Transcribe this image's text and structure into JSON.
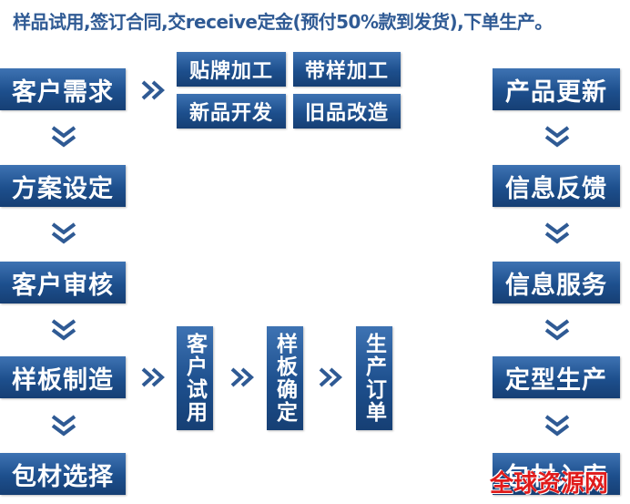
{
  "headline": "样品试用,签订合同,交receive定金(预付50%款到发货),下单生产。",
  "left_column": [
    "客户需求",
    "方案设定",
    "客户审核",
    "样板制造",
    "包材选择"
  ],
  "services": [
    "贴牌加工",
    "带样加工",
    "新品开发",
    "旧品改造"
  ],
  "middle_steps": [
    "客户试用",
    "样板确定",
    "生产订单"
  ],
  "right_column": [
    "产品更新",
    "信息反馈",
    "信息服务",
    "定型生产",
    "包材入库"
  ],
  "watermark": "全球资源网",
  "colors": {
    "box": "#1d4f8d",
    "headline": "#2f5a94",
    "arrow": "#2f5a94",
    "watermark": "#e01b1b"
  }
}
